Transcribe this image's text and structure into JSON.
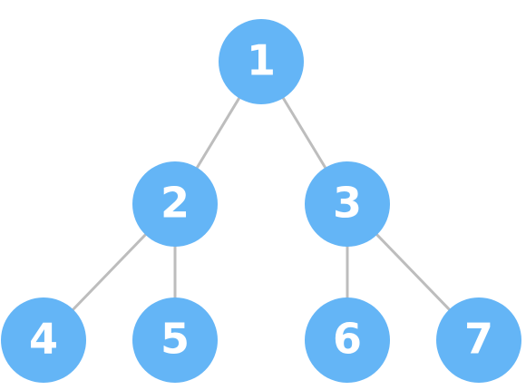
{
  "colors": {
    "node_fill": "#64B5F6",
    "edge_stroke": "#BDBDBD",
    "label_text": "#FFFFFF",
    "background": "#FFFFFF"
  },
  "tree": {
    "nodes": [
      {
        "id": "1",
        "label": "1"
      },
      {
        "id": "2",
        "label": "2"
      },
      {
        "id": "3",
        "label": "3"
      },
      {
        "id": "4",
        "label": "4"
      },
      {
        "id": "5",
        "label": "5"
      },
      {
        "id": "6",
        "label": "6"
      },
      {
        "id": "7",
        "label": "7"
      }
    ],
    "edges": [
      {
        "from": "1",
        "to": "2"
      },
      {
        "from": "1",
        "to": "3"
      },
      {
        "from": "2",
        "to": "4"
      },
      {
        "from": "2",
        "to": "5"
      },
      {
        "from": "3",
        "to": "6"
      },
      {
        "from": "3",
        "to": "7"
      }
    ]
  }
}
